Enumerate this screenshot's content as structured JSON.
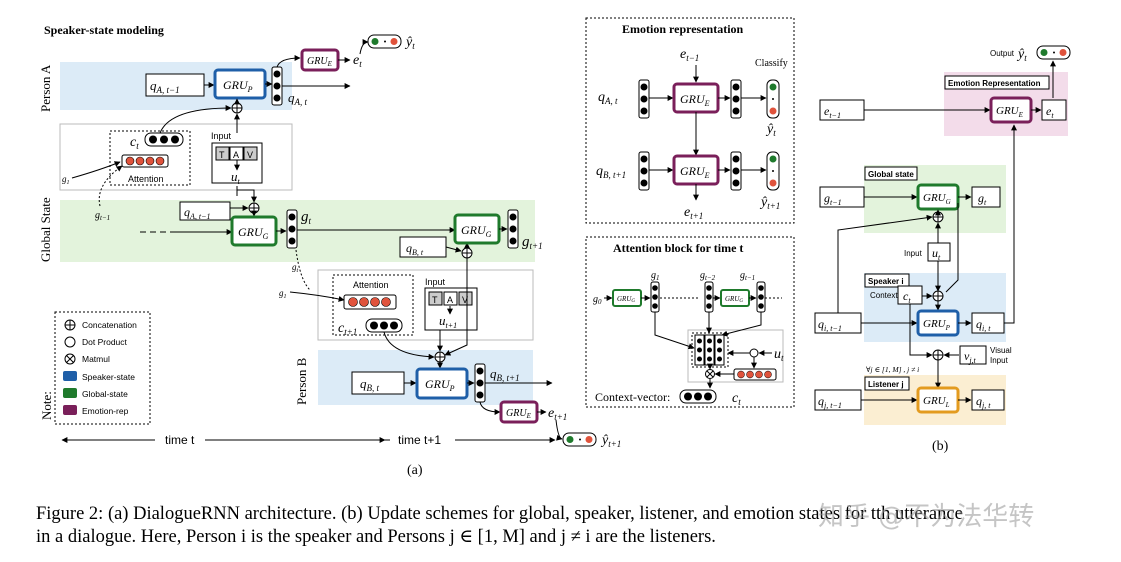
{
  "colors": {
    "speaker": "#1f5fa8",
    "global": "#1f7a2c",
    "emotion": "#7a1f5a",
    "listener": "#e39b1f",
    "speaker_bg": "#dcebf7",
    "global_bg": "#e3f3dc",
    "emotion_bg": "#f3dcea",
    "listener_bg": "#fbeed2",
    "att_red": "#e0533c"
  },
  "panel_a": {
    "title": "Speaker-state modeling",
    "person_a": "Person A",
    "person_b": "Person B",
    "global_state": "Global State",
    "gru_p": "GRU",
    "gru_p_sub": "P",
    "gru_g": "GRU",
    "gru_g_sub": "G",
    "gru_e": "GRU",
    "gru_e_sub": "E",
    "q_a_prev": "q",
    "q_a_prev_sub": "A, t−1",
    "q_a_t": "q",
    "q_a_t_sub": "A, t",
    "q_b_t": "q",
    "q_b_t_sub": "B, t",
    "q_b_next": "q",
    "q_b_next_sub": "B, t+1",
    "e_t": "e",
    "e_t_sub": "t",
    "e_next": "e",
    "e_next_sub": "t+1",
    "y_t": "ŷ",
    "y_t_sub": "t",
    "y_next": "ŷ",
    "y_next_sub": "t+1",
    "c_t": "c",
    "c_t_sub": "t",
    "c_next": "c",
    "c_next_sub": "t+1",
    "u_t": "u",
    "u_t_sub": "t",
    "u_next": "u",
    "u_next_sub": "t+1",
    "g_t": "g",
    "g_t_sub": "t",
    "g_next": "g",
    "g_next_sub": "t+1",
    "g1": "g",
    "g1_sub": "1",
    "g_prev": "g",
    "g_prev_sub": "t−1",
    "attention": "Attention",
    "input": "Input",
    "tav": [
      "T",
      "A",
      "V"
    ],
    "time_t": "time t",
    "time_next": "time t+1",
    "sublabel": "(a)",
    "note_title": "Note:",
    "legend": [
      "Concatenation",
      "Dot Product",
      "Matmul",
      "Speaker-state",
      "Global-state",
      "Emotion-rep"
    ]
  },
  "emotion_rep": {
    "title": "Emotion representation",
    "classify": "Classify",
    "gru": "GRU",
    "gru_sub": "E",
    "e_prev": "e",
    "e_prev_sub": "t−1",
    "e_next": "e",
    "e_next_sub": "t+1",
    "q_a": "q",
    "q_a_sub": "A, t",
    "q_b": "q",
    "q_b_sub": "B, t+1",
    "y_t": "ŷ",
    "y_t_sub": "t",
    "y_next": "ŷ",
    "y_next_sub": "t+1"
  },
  "attention_block": {
    "title": "Attention block for time t",
    "g0": "g",
    "g0_sub": "0",
    "g1": "g",
    "g1_sub": "1",
    "g_tm2": "g",
    "g_tm2_sub": "t−2",
    "g_tm1": "g",
    "g_tm1_sub": "t−1",
    "gru": "GRU",
    "gru_sub": "G",
    "u_t": "u",
    "u_t_sub": "t",
    "context_vector": "Context-vector:",
    "c_t": "c",
    "c_t_sub": "t"
  },
  "panel_b": {
    "output": "Output",
    "y_t": "ŷ",
    "y_t_sub": "t",
    "emotion_rep_label": "Emotion Representation",
    "global_state_label": "Global state",
    "speaker_label": "Speaker i",
    "listener_label": "Listener j",
    "e_prev": "e",
    "e_prev_sub": "t−1",
    "e_t": "e",
    "e_t_sub": "t",
    "g_prev": "g",
    "g_prev_sub": "t−1",
    "g_t": "g",
    "g_t_sub": "t",
    "input": "Input",
    "u_t": "u",
    "u_t_sub": "t",
    "context": "Context",
    "c_t": "c",
    "c_t_sub": "t",
    "q_i_prev": "q",
    "q_i_prev_sub": "i, t−1",
    "q_i_t": "q",
    "q_i_t_sub": "i, t",
    "v_jt": "v",
    "v_jt_sub": "j,t",
    "visual": "Visual",
    "visual_input": "Input",
    "condition": "∀j ∈ [1, M] , j ≠ i",
    "q_j_prev": "q",
    "q_j_prev_sub": "j, t−1",
    "q_j_t": "q",
    "q_j_t_sub": "j, t",
    "gru_e": "GRU",
    "gru_e_sub": "E",
    "gru_g": "GRU",
    "gru_g_sub": "G",
    "gru_p": "GRU",
    "gru_p_sub": "P",
    "gru_l": "GRU",
    "gru_l_sub": "L",
    "sublabel": "(b)"
  },
  "caption": {
    "line1": "Figure 2: (a) DialogueRNN architecture. (b) Update schemes for global, speaker, listener, and emotion states for t",
    "line1_tail": "th utterance",
    "line2": "in a dialogue. Here, Person i is the speaker and Persons j ∈ [1, M] and j ≠ i are the listeners."
  },
  "watermark": "知乎 @不为法华转"
}
